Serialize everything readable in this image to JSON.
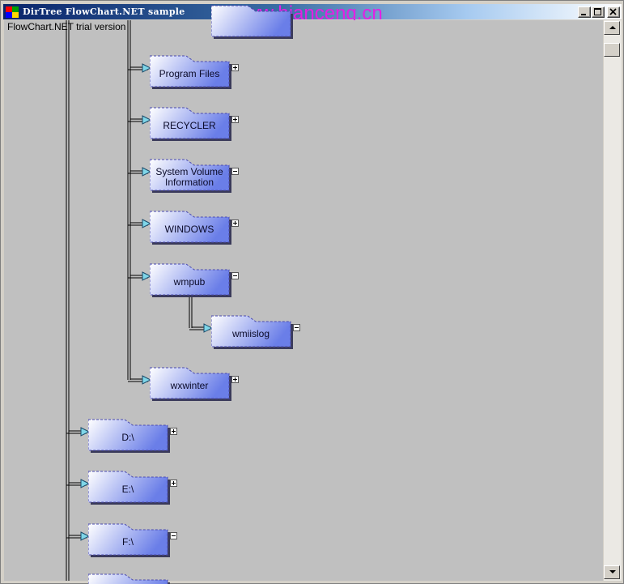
{
  "window": {
    "title": "DirTree FlowChart.NET sample",
    "watermark": "www.bianceng.cn",
    "trial_label": "FlowChart.NET trial version"
  },
  "nodes": [
    {
      "id": "n-top",
      "label": "",
      "toggle": "none"
    },
    {
      "id": "n-program-files",
      "label": "Program Files",
      "toggle": "plus"
    },
    {
      "id": "n-recycler",
      "label": "RECYCLER",
      "toggle": "plus"
    },
    {
      "id": "n-system-volume",
      "label": "System Volume\nInformation",
      "toggle": "minus"
    },
    {
      "id": "n-windows",
      "label": "WINDOWS",
      "toggle": "plus"
    },
    {
      "id": "n-wmpub",
      "label": "wmpub",
      "toggle": "minus"
    },
    {
      "id": "n-wmiislog",
      "label": "wmiislog",
      "toggle": "minus"
    },
    {
      "id": "n-wxwinter",
      "label": "wxwinter",
      "toggle": "plus"
    },
    {
      "id": "n-d",
      "label": "D:\\",
      "toggle": "plus"
    },
    {
      "id": "n-e",
      "label": "E:\\",
      "toggle": "plus"
    },
    {
      "id": "n-f",
      "label": "F:\\",
      "toggle": "minus"
    },
    {
      "id": "n-bottom",
      "label": "",
      "toggle": "none"
    }
  ],
  "colors": {
    "node_light": "#ffffff",
    "node_dark": "#6a7ee8",
    "node_border": "#4a4ab0",
    "connector": "#000000",
    "arrow_fill": "#7fd6e8",
    "client_bg": "#c0c0c0"
  },
  "icons": {
    "minimize": "minimize-icon",
    "maximize": "maximize-icon",
    "close": "close-icon",
    "scroll_up": "arrow-up-icon",
    "scroll_down": "arrow-down-icon"
  }
}
